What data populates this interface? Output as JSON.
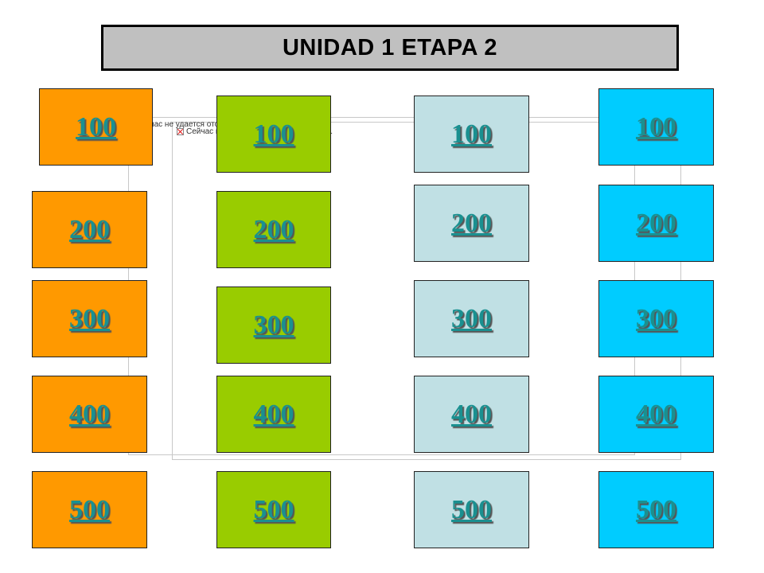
{
  "title": "UNIDAD 1 ETAPA 2",
  "colors": {
    "column_1": "#ff9900",
    "column_2": "#99cc00",
    "column_3": "#c0e0e4",
    "column_4": "#00ccff",
    "label_text": "#1a9090",
    "title_bg": "#c0c0c0"
  },
  "board": {
    "columns": [
      {
        "tiles": [
          {
            "label": "100"
          },
          {
            "label": "200"
          },
          {
            "label": "300"
          },
          {
            "label": "400"
          },
          {
            "label": "500"
          }
        ]
      },
      {
        "tiles": [
          {
            "label": "100"
          },
          {
            "label": "200"
          },
          {
            "label": "300"
          },
          {
            "label": "400"
          },
          {
            "label": "500"
          }
        ]
      },
      {
        "tiles": [
          {
            "label": "100"
          },
          {
            "label": "200"
          },
          {
            "label": "300"
          },
          {
            "label": "400"
          },
          {
            "label": "500"
          }
        ]
      },
      {
        "tiles": [
          {
            "label": "100"
          },
          {
            "label": "200"
          },
          {
            "label": "300"
          },
          {
            "label": "400"
          },
          {
            "label": "500"
          }
        ]
      }
    ]
  },
  "missing_image": {
    "caption_1": "Сейчас не удается отобразить рисунок.",
    "caption_2": "Сейчас не удается отобразить рисунок.",
    "icon": "broken-image-icon"
  }
}
